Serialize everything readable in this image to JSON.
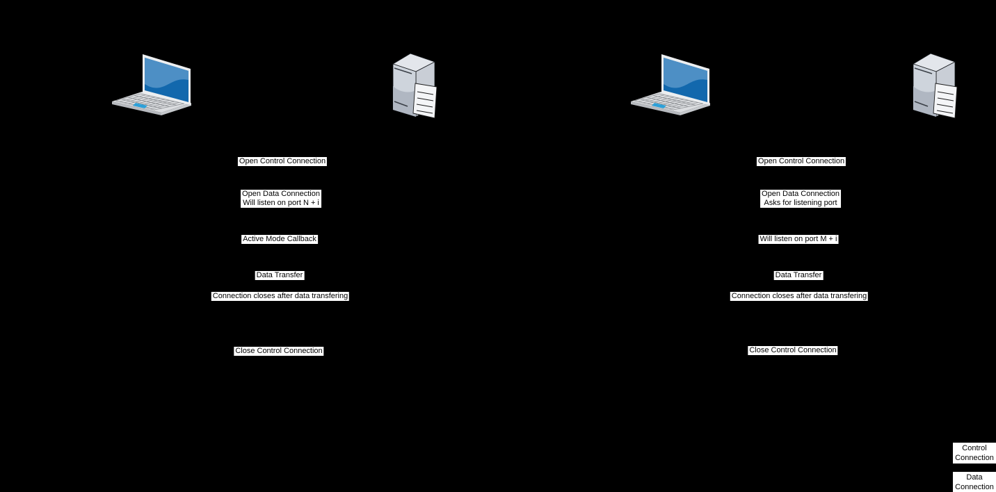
{
  "diagram": {
    "active_mode": {
      "labels": {
        "open_control": "Open Control Connection",
        "open_data_1": "Open Data Connection",
        "open_data_2": "Will listen on port N + i",
        "callback": "Active Mode Callback",
        "data_transfer": "Data Transfer",
        "closes": "Connection closes after data transfering",
        "close_control": "Close Control Connection"
      }
    },
    "passive_mode": {
      "labels": {
        "open_control": "Open Control Connection",
        "open_data_1": "Open Data Connection",
        "open_data_2": "Asks for listening port",
        "listen": "Will listen on port M + i",
        "data_transfer": "Data Transfer",
        "closes": "Connection closes after data transfering",
        "close_control": "Close Control Connection"
      }
    }
  },
  "legend": {
    "control_1": "Control",
    "control_2": "Connection",
    "data_1": "Data",
    "data_2": "Connection"
  },
  "colors": {
    "background": "#000000",
    "label_bg": "#ffffff",
    "label_text": "#000000",
    "screen_dark_blue": "#1268ad",
    "screen_light_blue": "#4d8fc5",
    "trackpad_blue": "#2da0d8",
    "laptop_body": "#d9dbde",
    "server_body": "#c9ced6",
    "document_white": "#f4f5f7"
  }
}
